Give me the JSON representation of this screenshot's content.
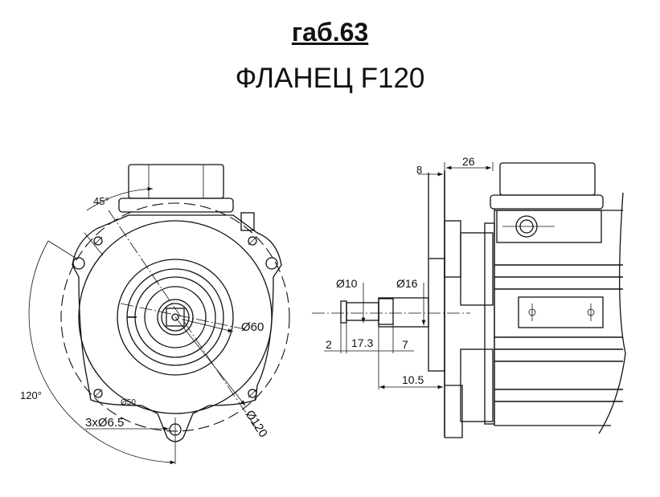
{
  "header": {
    "size_label": "габ.63",
    "flange_label": "ФЛАНЕЦ F120"
  },
  "front_view": {
    "angle_45": "45°",
    "angle_120": "120°",
    "dia_60": "Ø60",
    "dia_120": "Ø120",
    "dia_50": "Ø50",
    "holes": "3xØ6.5"
  },
  "side_view": {
    "dim_8": "8",
    "dim_26": "26",
    "dia_10": "Ø10",
    "dia_16": "Ø16",
    "dim_2": "2",
    "dim_17_3": "17.3",
    "dim_7": "7",
    "dim_10_5": "10.5"
  }
}
